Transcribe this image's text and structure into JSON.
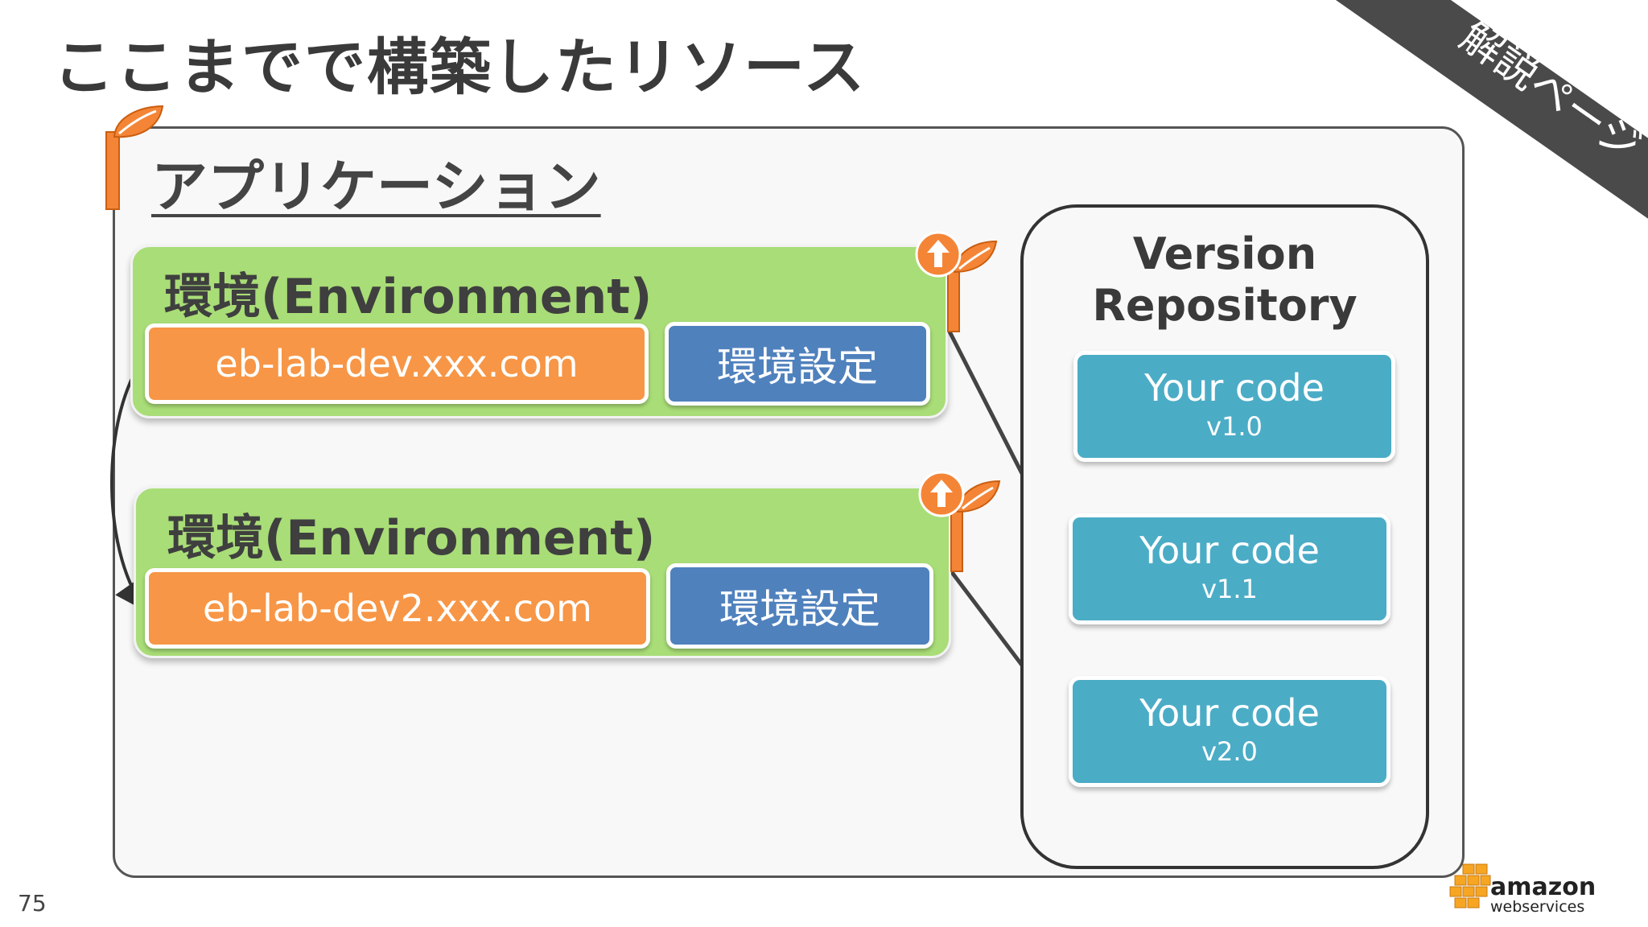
{
  "slide": {
    "title": "ここまでで構築したリソース",
    "corner_label": "解説ページ",
    "page_number": "75"
  },
  "application": {
    "label": "アプリケーション",
    "environments": [
      {
        "title": "環境(Environment)",
        "url": "eb-lab-dev.xxx.com",
        "config": "環境設定"
      },
      {
        "title": "環境(Environment)",
        "url": "eb-lab-dev2.xxx.com",
        "config": "環境設定"
      }
    ]
  },
  "repository": {
    "title_line1": "Version",
    "title_line2": "Repository",
    "versions": [
      {
        "name": "Your code",
        "version": "v1.0"
      },
      {
        "name": "Your code",
        "version": "v1.1"
      },
      {
        "name": "Your code",
        "version": "v2.0"
      }
    ]
  },
  "logo": {
    "brand": "amazon",
    "sub": "webservices"
  },
  "colors": {
    "environment": "#a9dd77",
    "url_box": "#f79646",
    "config_box": "#4f81bd",
    "code_box": "#4bacc6",
    "beanstalk_icon": "#f58536"
  },
  "icons": [
    "beanstalk-icon",
    "upload-arrow-icon",
    "amazon-web-services-logo"
  ]
}
